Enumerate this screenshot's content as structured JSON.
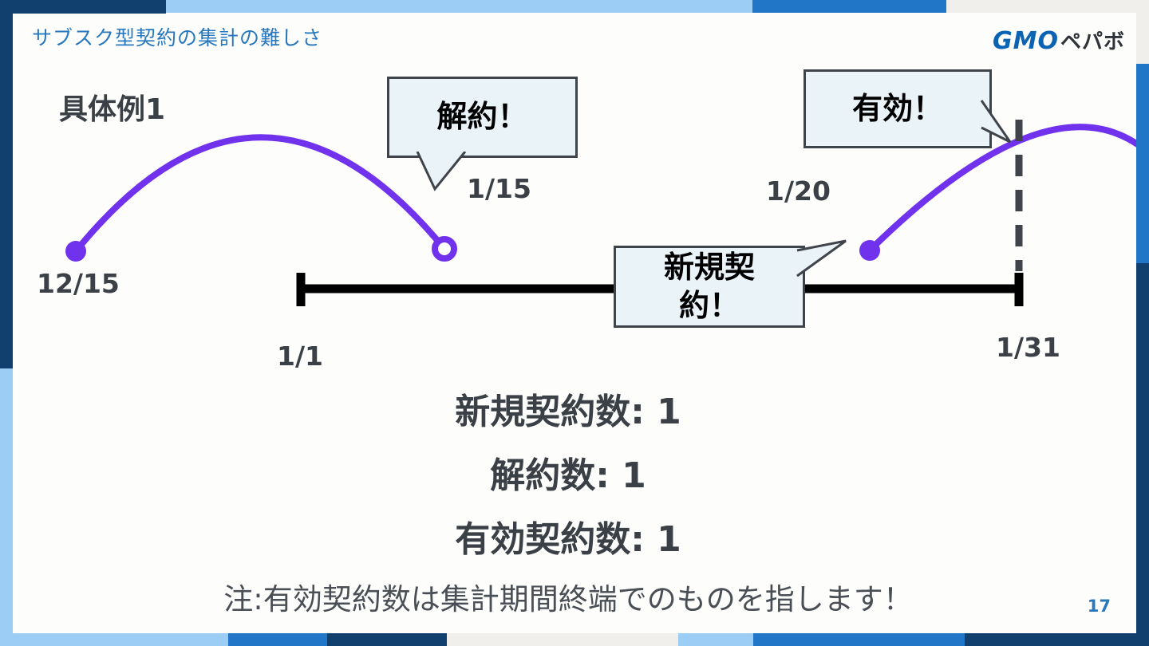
{
  "slide": {
    "title": "サブスク型契約の集計の難しさ",
    "page_number": "17",
    "example_label": "具体例1",
    "note": "注:有効契約数は集計期間終端でのものを指します！"
  },
  "logo": {
    "gmo": "GMO",
    "pepabo": "ペパボ"
  },
  "timeline": {
    "period_start_label": "1/1",
    "period_end_label": "1/31",
    "contract1_start_label": "12/15",
    "contract1_end_label": "1/15",
    "contract2_start_label": "1/20"
  },
  "bubbles": {
    "cancel": "解約！",
    "active": "有効！",
    "new_contract_line1": "新規契",
    "new_contract_line2": "約！"
  },
  "stats": {
    "new_contracts": "新規契約数: 1",
    "cancellations": "解約数: 1",
    "active_contracts": "有効契約数: 1"
  },
  "colors": {
    "accent_navy": "#11406f",
    "accent_blue": "#2176c7",
    "accent_light_blue": "#9bcdf5",
    "accent_gray": "#f0efec",
    "title_blue": "#2878be",
    "text_dark": "#3a4046",
    "contract_purple": "#7132ee",
    "bubble_fill": "#e9f3f8",
    "bubble_border": "#3f444b"
  }
}
